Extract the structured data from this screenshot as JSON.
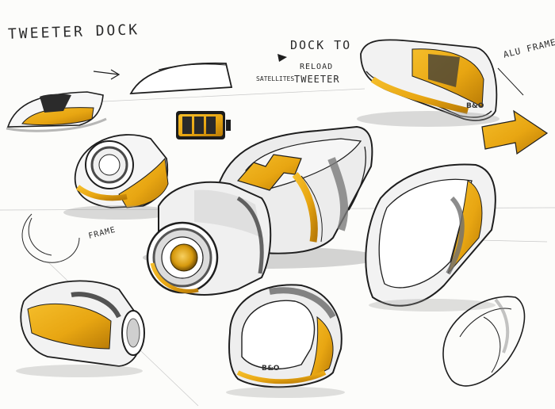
{
  "sheet": {
    "title": "TWEETER DOCK",
    "callouts": {
      "dock_line1": "DOCK TO",
      "dock_line2": "RELOAD",
      "dock_line3": "TWEETER",
      "satellites": "SATELLITES",
      "alu_frame": "ALU FRAME",
      "frame": "FRAME"
    },
    "brand_mark": "B&O"
  },
  "colors": {
    "accent_yellow": "#e8a612",
    "accent_yellow_dark": "#b97b06",
    "ink": "#1e1e1e",
    "gray_marker": "#7b7b7b",
    "paper": "#fcfcfa"
  },
  "icons": {
    "battery": "battery-icon",
    "arrow": "arrow-icon"
  }
}
